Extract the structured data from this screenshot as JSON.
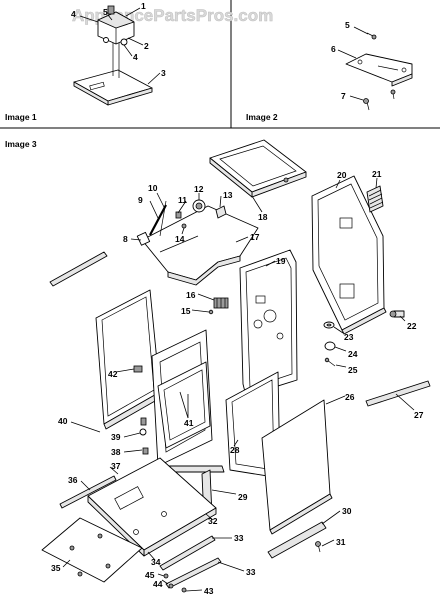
{
  "watermark": "AppliancePartsPros.com",
  "captions": {
    "image1": "Image 1",
    "image2": "Image 2",
    "image3": "Image 3"
  },
  "callouts": {
    "image1": [
      "4",
      "5",
      "1",
      "2",
      "4",
      "3"
    ],
    "image2": [
      "5",
      "6",
      "7"
    ],
    "image3": [
      "8",
      "9",
      "10",
      "11",
      "12",
      "13",
      "14",
      "15",
      "16",
      "17",
      "18",
      "19",
      "20",
      "21",
      "22",
      "23",
      "24",
      "25",
      "26",
      "27",
      "28",
      "29",
      "30",
      "31",
      "32",
      "33",
      "33",
      "34",
      "35",
      "36",
      "37",
      "38",
      "39",
      "40",
      "41",
      "42",
      "43",
      "44",
      "45"
    ]
  }
}
